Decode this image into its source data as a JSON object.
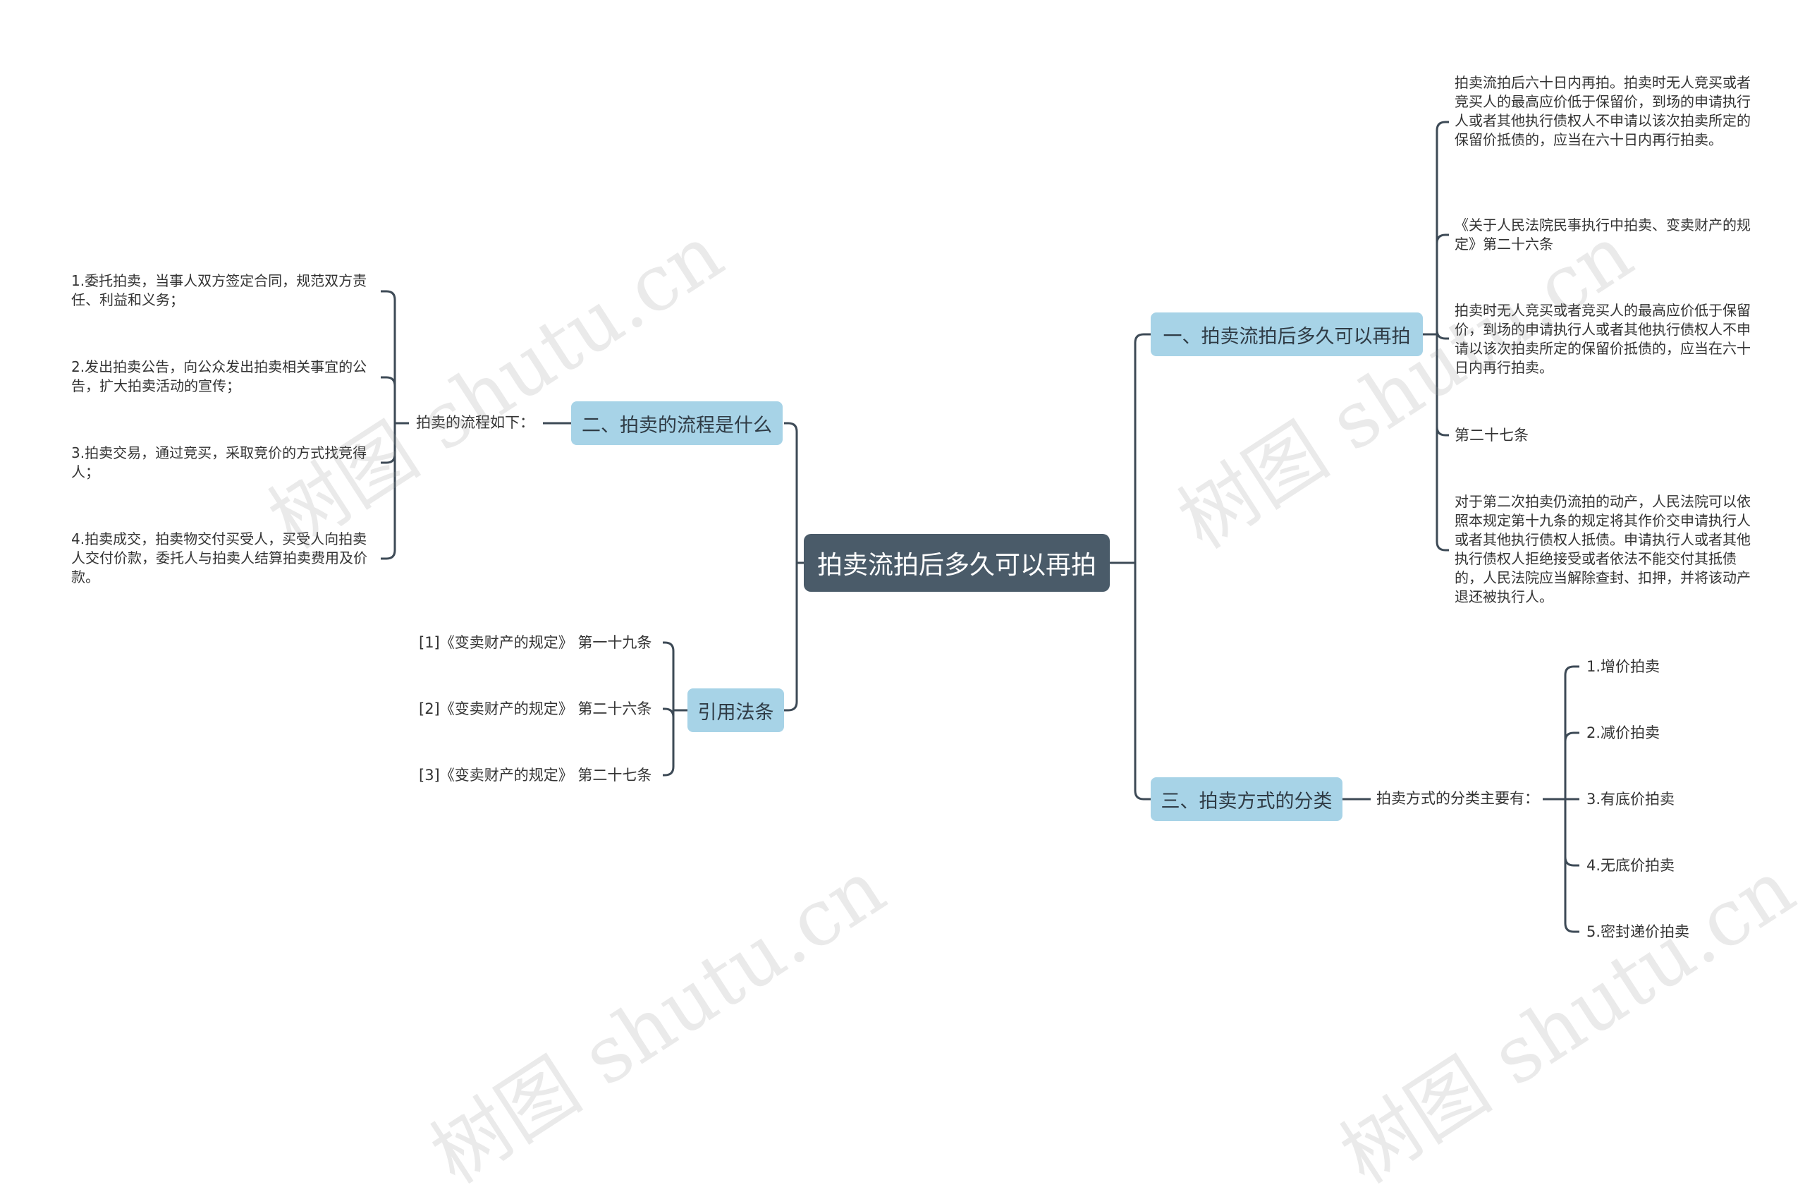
{
  "root": {
    "title": "拍卖流拍后多久可以再拍"
  },
  "branches": {
    "b1": {
      "label": "一、拍卖流拍后多久可以再拍",
      "items": [
        "拍卖流拍后六十日内再拍。拍卖时无人竞买或者竞买人的最高应价低于保留价，到场的申请执行人或者其他执行债权人不申请以该次拍卖所定的保留价抵债的，应当在六十日内再行拍卖。",
        "《关于人民法院民事执行中拍卖、变卖财产的规定》第二十六条",
        "拍卖时无人竞买或者竞买人的最高应价低于保留价，到场的申请执行人或者其他执行债权人不申请以该次拍卖所定的保留价抵债的，应当在六十日内再行拍卖。",
        "第二十七条",
        "对于第二次拍卖仍流拍的动产，人民法院可以依照本规定第十九条的规定将其作价交申请执行人或者其他执行债权人抵债。申请执行人或者其他执行债权人拒绝接受或者依法不能交付其抵债的，人民法院应当解除查封、扣押，并将该动产退还被执行人。"
      ]
    },
    "b2": {
      "label": "二、拍卖的流程是什么",
      "intro": "拍卖的流程如下：",
      "items": [
        "1.委托拍卖，当事人双方签定合同，规范双方责任、利益和义务；",
        "2.发出拍卖公告，向公众发出拍卖相关事宜的公告，扩大拍卖活动的宣传；",
        "3.拍卖交易，通过竞买，采取竞价的方式找竞得人；",
        "4.拍卖成交，拍卖物交付买受人，买受人向拍卖人交付价款，委托人与拍卖人结算拍卖费用及价款。"
      ]
    },
    "b3": {
      "label": "三、拍卖方式的分类",
      "intro": "拍卖方式的分类主要有：",
      "items": [
        "1.增价拍卖",
        "2.减价拍卖",
        "3.有底价拍卖",
        "4.无底价拍卖",
        "5.密封递价拍卖"
      ]
    },
    "b4": {
      "label": "引用法条",
      "items": [
        "[1]《变卖财产的规定》 第一十九条",
        "[2]《变卖财产的规定》 第二十六条",
        "[3]《变卖财产的规定》 第二十七条"
      ]
    }
  },
  "watermark": {
    "text": "树图 shutu.cn"
  }
}
